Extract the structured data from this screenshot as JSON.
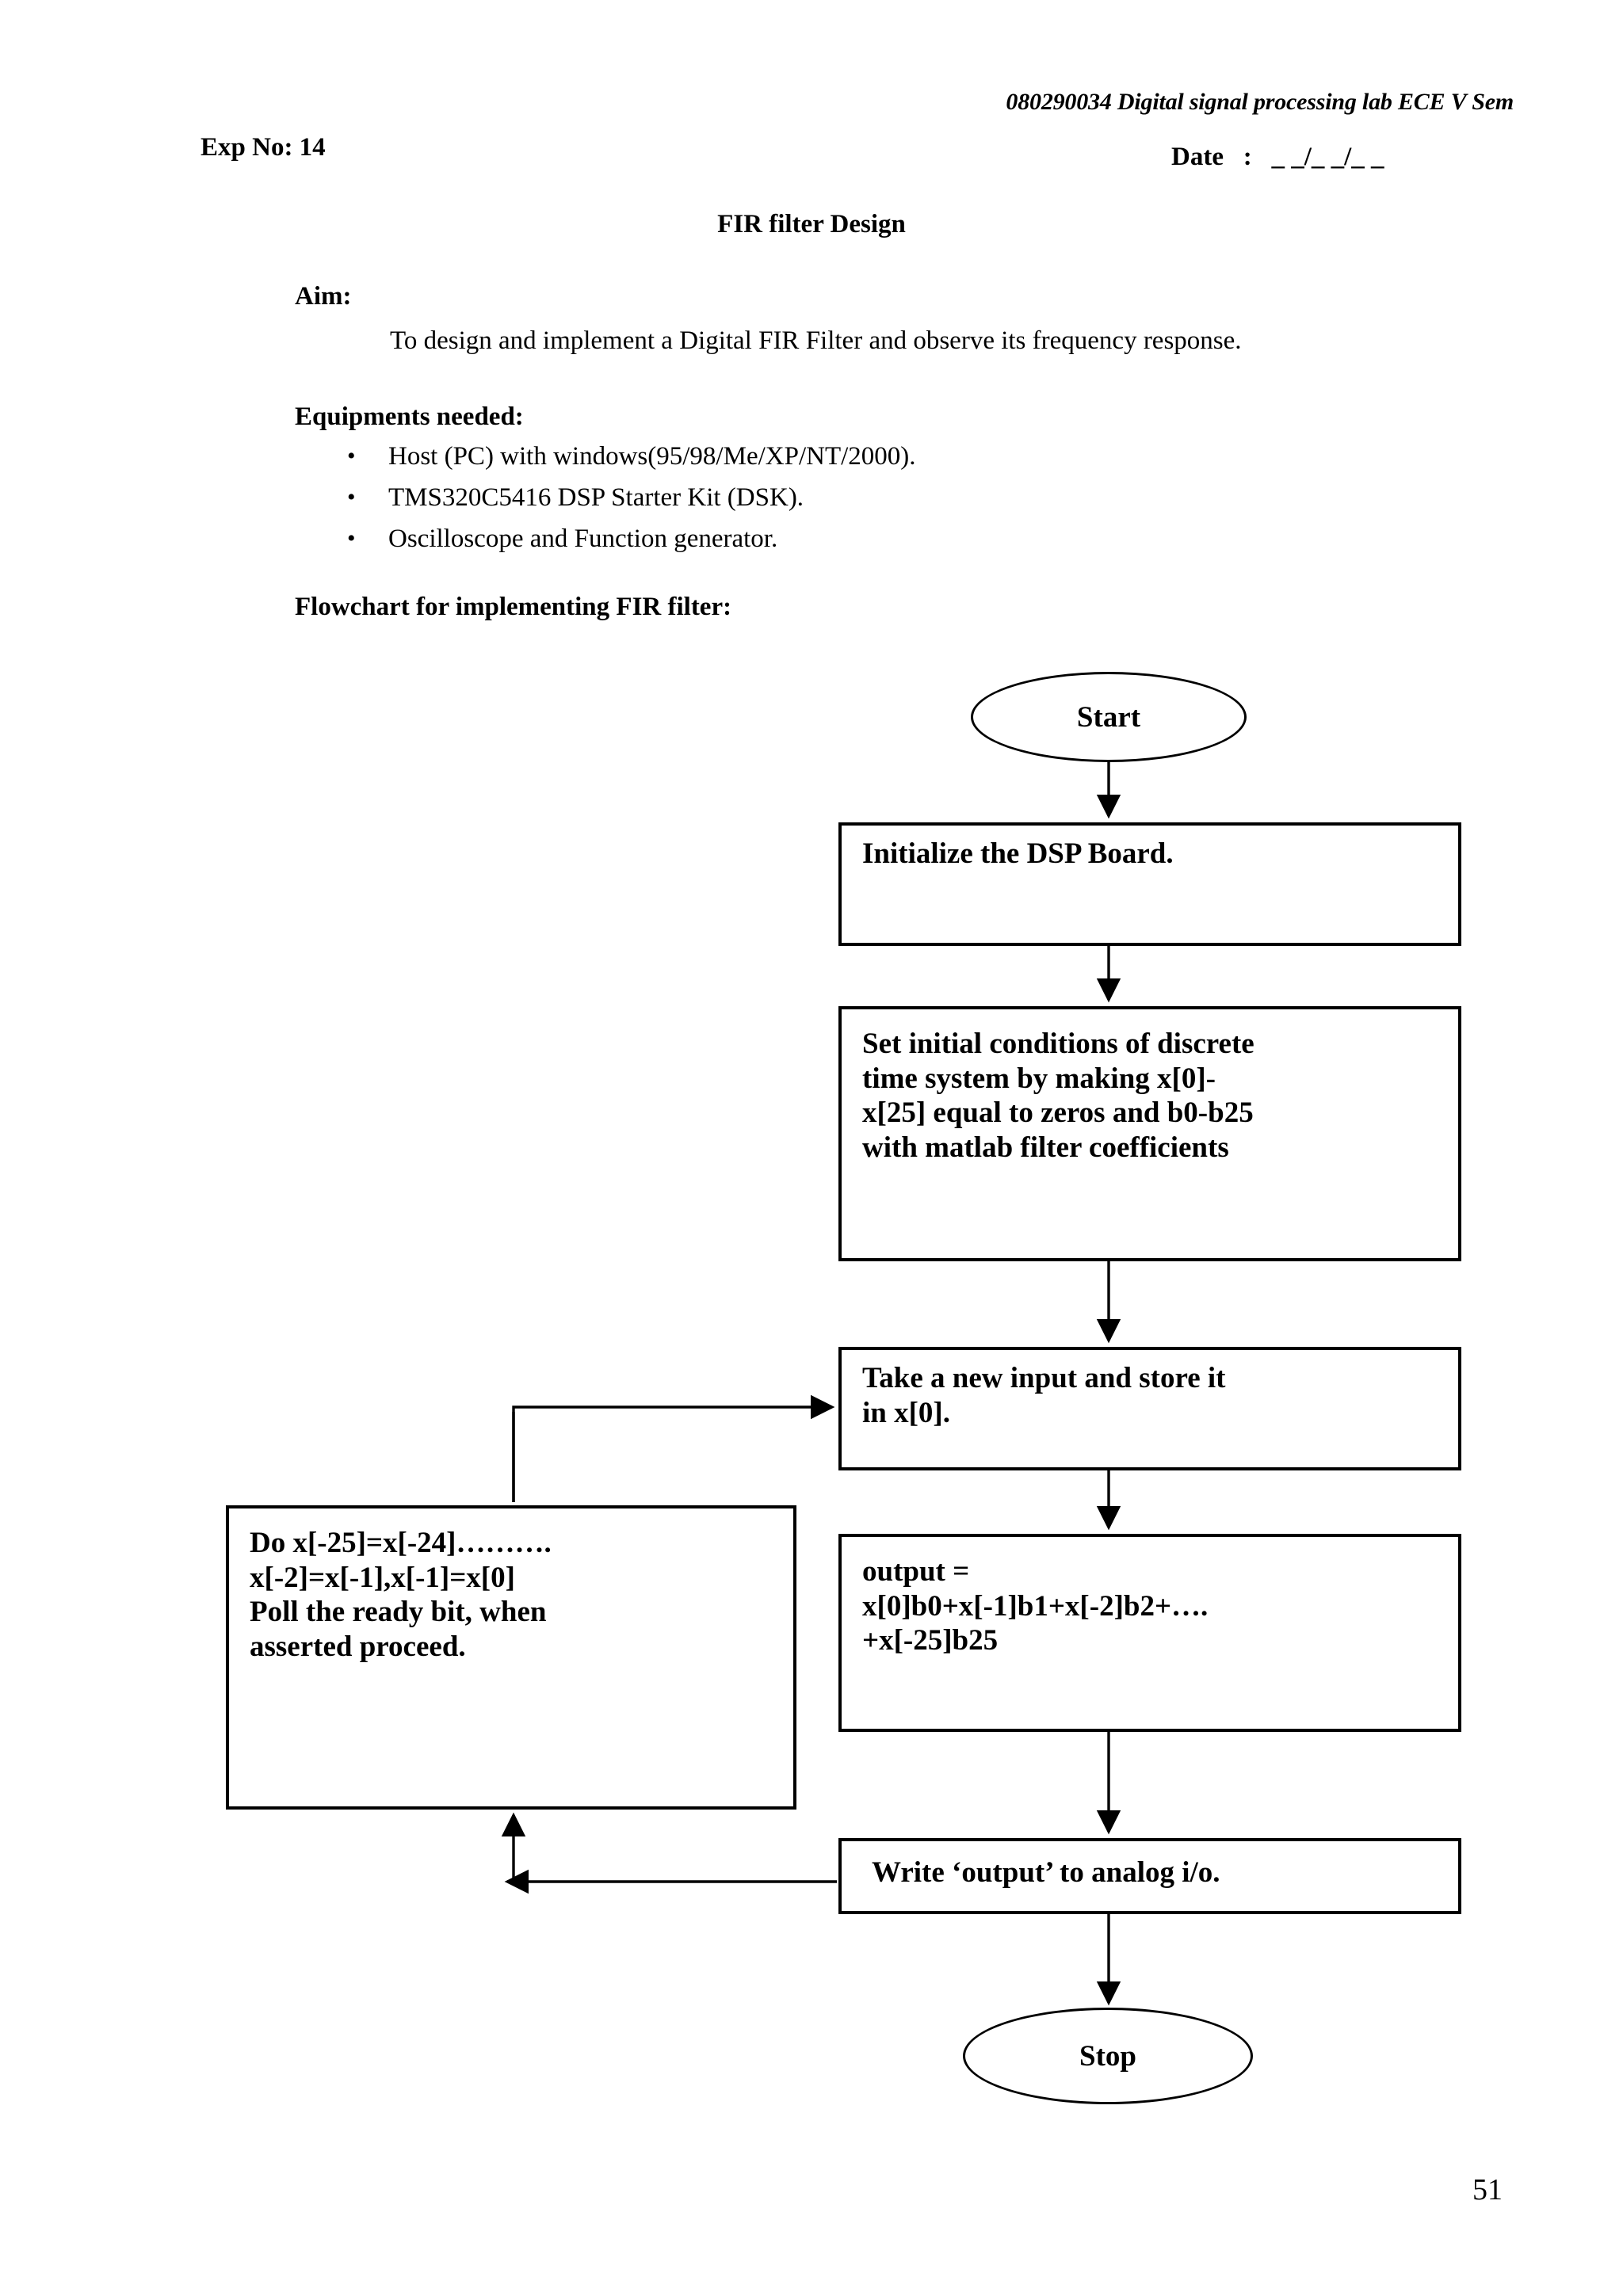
{
  "header": {
    "course_line": "080290034 Digital signal processing lab ECE V Sem",
    "exp_no": "Exp No: 14",
    "date_label": "Date   :   _ _/_ _/_ _",
    "title": "FIR filter Design"
  },
  "aim": {
    "heading": "Aim:",
    "text": "To design and implement a Digital FIR Filter and observe its frequency response."
  },
  "equipment": {
    "heading": "Equipments needed:",
    "bullet_glyph": "•",
    "items": [
      "Host (PC) with windows(95/98/Me/XP/NT/2000).",
      "TMS320C5416 DSP Starter Kit (DSK).",
      "Oscilloscope and Function generator."
    ]
  },
  "flowchart": {
    "heading": "Flowchart for implementing FIR filter:",
    "nodes": {
      "start": "Start",
      "initialize": "Initialize the DSP Board.",
      "set_initial": "Set initial conditions of  discrete\ntime system by making x[0]-\nx[25] equal to zeros and b0-b25\nwith matlab filter coefficients",
      "take_input": "Take a new input and store it\nin x[0].",
      "output": "output  =\nx[0]b0+x[-1]b1+x[-2]b2+….\n+x[-25]b25",
      "shift": "Do  x[-25]=x[-24]……….\nx[-2]=x[-1],x[-1]=x[0]\nPoll the ready bit, when\nasserted proceed.",
      "write": "Write ‘output’ to analog  i/o.",
      "stop": "Stop"
    }
  },
  "footer": {
    "page_number": "51"
  },
  "colors": {
    "ink": "#000000",
    "paper": "#ffffff"
  }
}
